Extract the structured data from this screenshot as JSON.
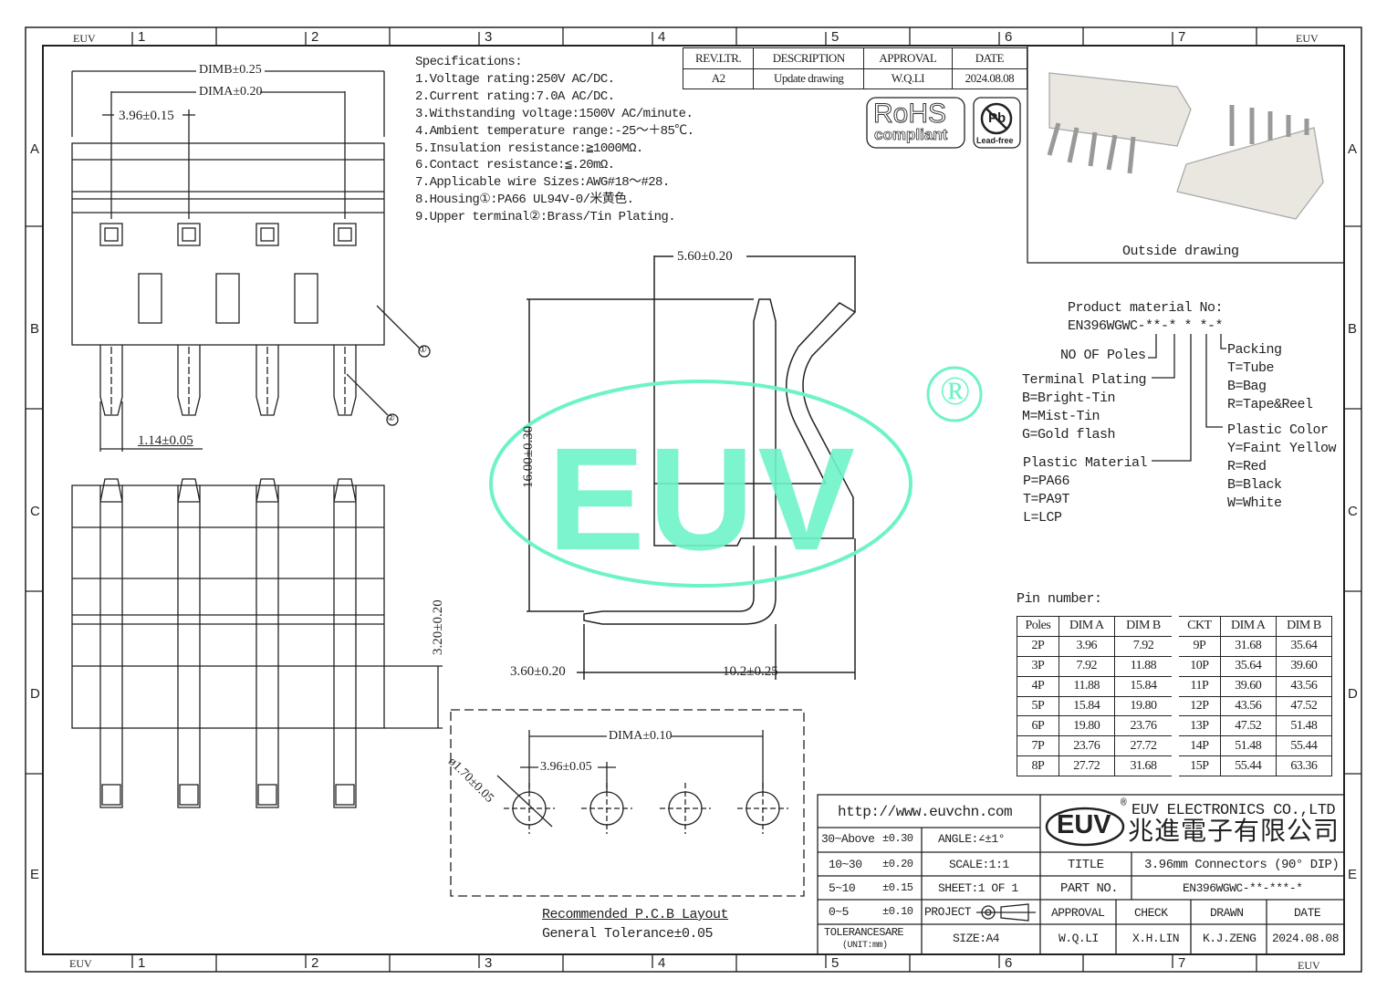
{
  "frame": {
    "cols": [
      "1",
      "2",
      "3",
      "4",
      "5",
      "6",
      "7"
    ],
    "rows": [
      "A",
      "B",
      "C",
      "D",
      "E"
    ],
    "corner": "EUV"
  },
  "specs": {
    "title": "Specifications:",
    "items": [
      "1.Voltage rating:250V AC/DC.",
      "2.Current rating:7.0A AC/DC.",
      "3.Withstanding voltage:1500V AC/minute.",
      "4.Ambient temperature range:-25～＋85℃.",
      "5.Insulation resistance:≧1000MΩ.",
      "6.Contact resistance:≦.20mΩ.",
      "7.Applicable wire Sizes:AWG#18～#28.",
      "8.Housing①:PA66 UL94V-0/米黄色.",
      "9.Upper terminal②:Brass/Tin Plating."
    ]
  },
  "revision": {
    "headers": [
      "REV.LTR.",
      "DESCRIPTION",
      "APPROVAL",
      "DATE"
    ],
    "row": [
      "A2",
      "Update drawing",
      "W.Q.LI",
      "2024.08.08"
    ]
  },
  "badges": {
    "rohs": "RoHS",
    "rohs_sub": "compliant",
    "pb": "Pb",
    "pb_sub": "Lead-free"
  },
  "outside_drawing": "Outside drawing",
  "dims": {
    "dimb": "DIMB±0.25",
    "dima": "DIMA±0.20",
    "pitch": "3.96±0.15",
    "pin_w": "1.14±0.05",
    "side_w": "5.60±0.20",
    "height": "16.00±0.30",
    "pin_len": "3.20±0.20",
    "tail": "3.60±0.20",
    "depth": "10.2±0.25",
    "callout1": "①",
    "callout2": "②"
  },
  "pcb": {
    "dima": "DIMA±0.10",
    "pitch": "3.96±0.05",
    "hole": "ø1.70±0.05",
    "title": "Recommended P.C.B Layout",
    "tolerance": "General Tolerance±0.05"
  },
  "watermark": {
    "text": "EUV",
    "reg": "®",
    "color": "#6ef3c9"
  },
  "product": {
    "title": "Product material No:",
    "code": "EN396WGWC-**-* * *-*",
    "poles": "NO OF Poles",
    "plating": [
      "Terminal Plating",
      "B=Bright-Tin",
      "M=Mist-Tin",
      "G=Gold flash"
    ],
    "material": [
      "Plastic Material",
      "P=PA66",
      "T=PA9T",
      "L=LCP"
    ],
    "packing": [
      "Packing",
      "T=Tube",
      "B=Bag",
      "R=Tape&Reel"
    ],
    "color": [
      "Plastic Color",
      "Y=Faint Yellow",
      "R=Red",
      "B=Black",
      "W=White"
    ]
  },
  "pin_table": {
    "title": "Pin number:",
    "headers": [
      "Poles",
      "DIM A",
      "DIM B",
      "CKT",
      "DIM A",
      "DIM B"
    ],
    "rows": [
      [
        "2P",
        "3.96",
        "7.92",
        "9P",
        "31.68",
        "35.64"
      ],
      [
        "3P",
        "7.92",
        "11.88",
        "10P",
        "35.64",
        "39.60"
      ],
      [
        "4P",
        "11.88",
        "15.84",
        "11P",
        "39.60",
        "43.56"
      ],
      [
        "5P",
        "15.84",
        "19.80",
        "12P",
        "43.56",
        "47.52"
      ],
      [
        "6P",
        "19.80",
        "23.76",
        "13P",
        "47.52",
        "51.48"
      ],
      [
        "7P",
        "23.76",
        "27.72",
        "14P",
        "51.48",
        "55.44"
      ],
      [
        "8P",
        "27.72",
        "31.68",
        "15P",
        "55.44",
        "63.36"
      ]
    ]
  },
  "title_block": {
    "url": "http://www.euvchn.com",
    "logo": "EUV",
    "company_en": "EUV ELECTRONICS CO.,LTD",
    "company_cn": "兆進電子有限公司",
    "tol": [
      [
        "30~Above",
        "±0.30"
      ],
      [
        "10~30",
        "±0.20"
      ],
      [
        "5~10",
        "±0.15"
      ],
      [
        "0~5",
        "±0.10"
      ]
    ],
    "angle": "ANGLE:∠±1°",
    "scale": "SCALE:1:1",
    "sheet": "SHEET:1 OF 1",
    "project": "PROJECT",
    "tol_label": "TOLERANCESARE",
    "unit": "(UNIT:mm)",
    "size": "SIZE:A4",
    "title_label": "TITLE",
    "title": "3.96mm Connectors (90° DIP)",
    "part_label": "PART NO.",
    "part": "EN396WGWC-**-***-*",
    "sign_headers": [
      "APPROVAL",
      "CHECK",
      "DRAWN",
      "DATE"
    ],
    "sign_values": [
      "W.Q.LI",
      "X.H.LIN",
      "K.J.ZENG",
      "2024.08.08"
    ]
  }
}
